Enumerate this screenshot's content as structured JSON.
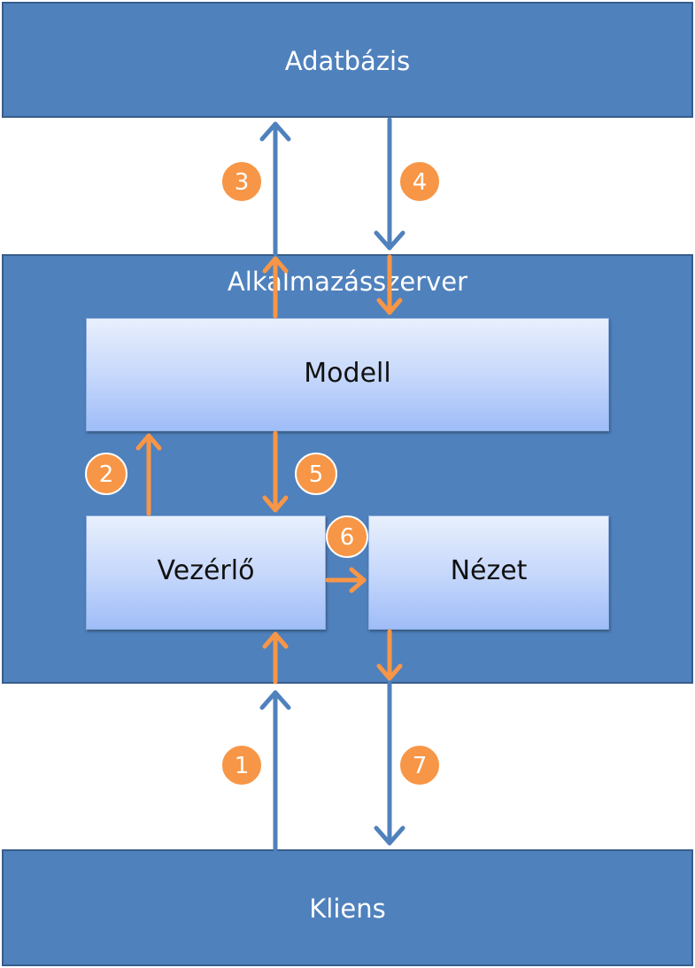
{
  "nodes": {
    "database": "Adatbázis",
    "app_server": "Alkalmazásszerver",
    "model": "Modell",
    "controller": "Vezérlő",
    "view": "Nézet",
    "client": "Kliens"
  },
  "steps": [
    "1",
    "2",
    "3",
    "4",
    "5",
    "6",
    "7"
  ],
  "colors": {
    "outer_fill": "#4f81bd",
    "outer_border": "#385d8a",
    "blue_arrow": "#4f81bd",
    "orange_arrow": "#f79646",
    "badge_fill": "#f79646"
  }
}
